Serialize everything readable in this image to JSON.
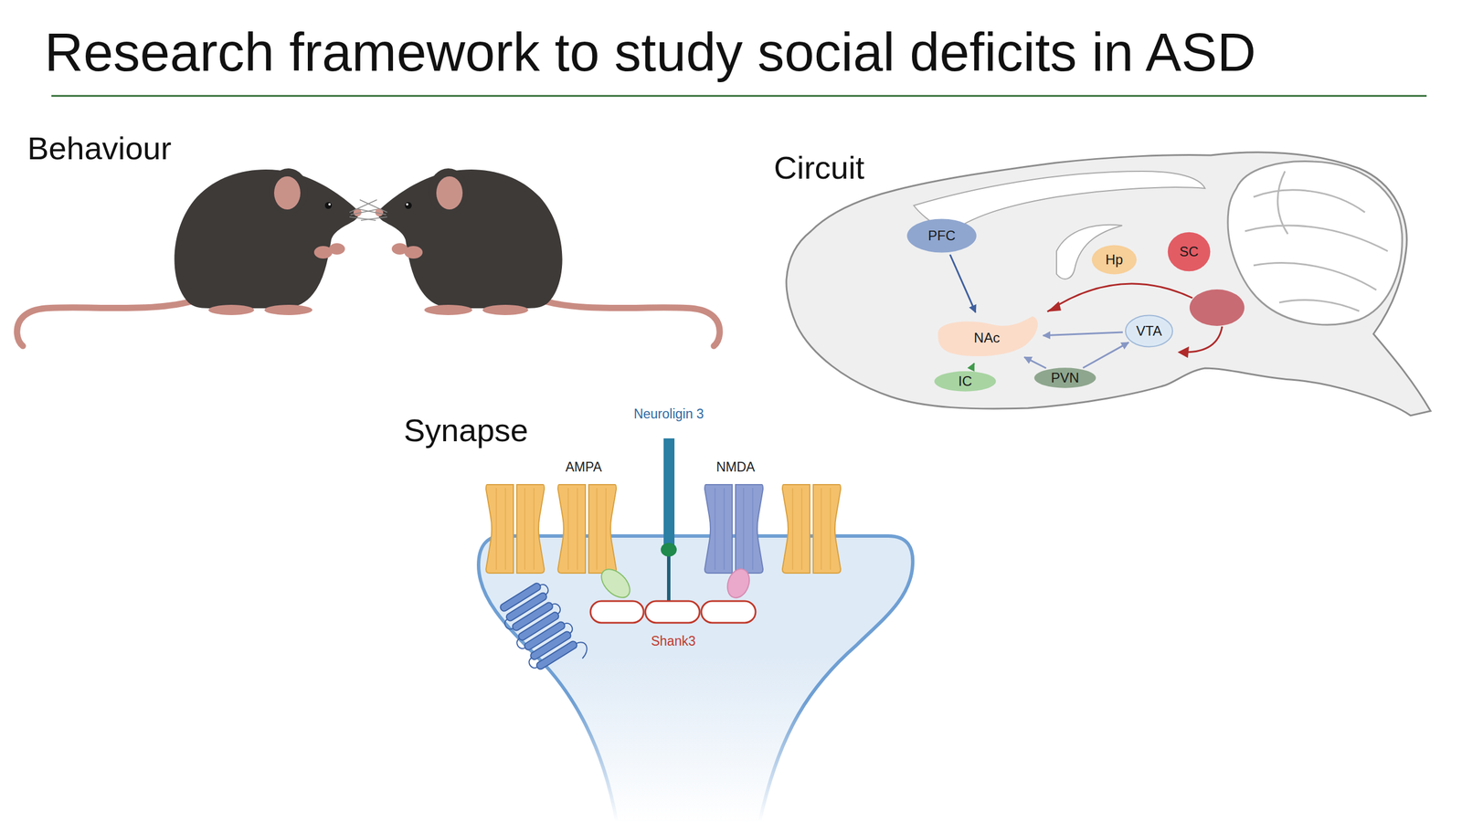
{
  "diagram": {
    "title": "Research framework to study social deficits in ASD",
    "nodes": [
      {
        "text": [
          "PFC"
        ]
      },
      {
        "text": [
          "Hp"
        ]
      },
      {
        "text": [
          "SC"
        ]
      },
      {
        "text": [
          "NAc"
        ]
      },
      {
        "text": [
          "VTA"
        ]
      },
      {
        "text": [
          "IC"
        ]
      },
      {
        "text": [
          "PVN"
        ]
      }
    ],
    "edges": [
      {
        "from": 0,
        "to": 3,
        "arrow": "to"
      },
      {
        "from": 4,
        "to": 3,
        "arrow": "to"
      },
      {
        "from": 6,
        "to": 3,
        "arrow": "to"
      },
      {
        "from": 6,
        "to": 4,
        "arrow": "to"
      },
      {
        "from": 5,
        "to": 3,
        "arrow": "to"
      }
    ],
    "labels": [
      "Behaviour",
      "Circuit",
      "Synapse",
      "Neuroligin 3",
      "AMPA",
      "NMDA",
      "Shank3"
    ]
  }
}
